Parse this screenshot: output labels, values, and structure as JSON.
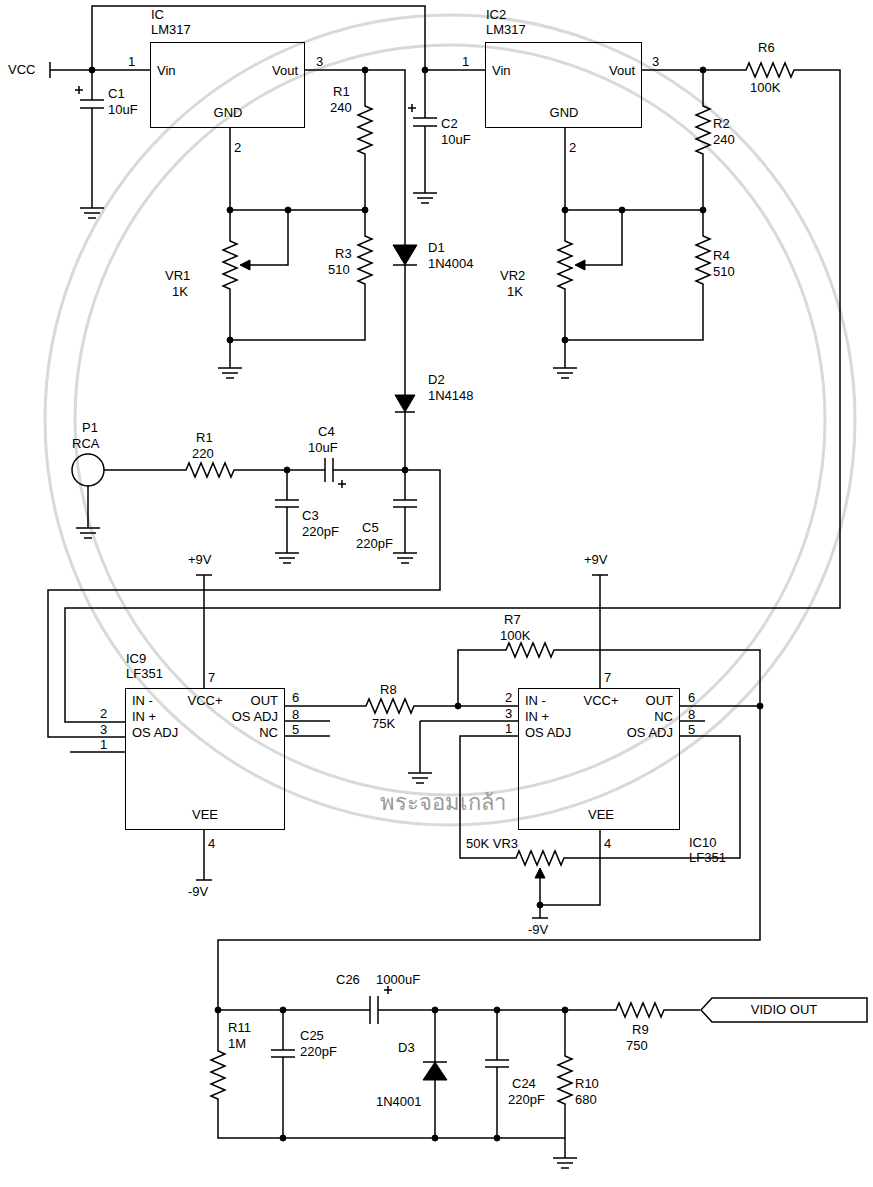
{
  "diagram": {
    "nodes": [
      {
        "text": [
          "IC LM317",
          "Vin",
          "Vout",
          "GND"
        ]
      },
      {
        "text": [
          "IC2 LM317",
          "Vin",
          "Vout",
          "GND"
        ]
      },
      {
        "text": [
          "IC9 LF351",
          "IN -",
          "IN +",
          "OS ADJ",
          "VCC+",
          "OUT",
          "OS ADJ",
          "NC",
          "VEE"
        ]
      },
      {
        "text": [
          "IC10 LF351",
          "IN -",
          "IN +",
          "OS ADJ",
          "OS ADJ",
          "VCC+",
          "OUT",
          "NC",
          "VEE"
        ]
      },
      {
        "text": [
          "VIDIO OUT"
        ]
      }
    ],
    "labels": [
      "VCC",
      "1",
      "3",
      "2",
      "C1",
      "10uF",
      "R1",
      "240",
      "VR1",
      "1K",
      "R3",
      "510",
      "D1",
      "1N4004",
      "D2",
      "1N4148",
      "C2",
      "10uF",
      "1",
      "3",
      "2",
      "R6",
      "100K",
      "R2",
      "240",
      "VR2",
      "1K",
      "R4",
      "510",
      "P1",
      "RCA",
      "R1",
      "220",
      "C4",
      "10uF",
      "C3",
      "220pF",
      "C5",
      "220pF",
      "+9V",
      "2",
      "3",
      "1",
      "7",
      "6",
      "8",
      "5",
      "4",
      "-9V",
      "R8",
      "75K",
      "+9V",
      "R7",
      "100K",
      "2",
      "3",
      "1",
      "7",
      "6",
      "8",
      "5",
      "50K VR3",
      "4",
      "-9V",
      "C26",
      "1000uF",
      "R11",
      "1M",
      "C25",
      "220pF",
      "D3",
      "1N4001",
      "C24",
      "220pF",
      "R9",
      "750",
      "R10",
      "680",
      "พระจอมเกล้า"
    ]
  }
}
